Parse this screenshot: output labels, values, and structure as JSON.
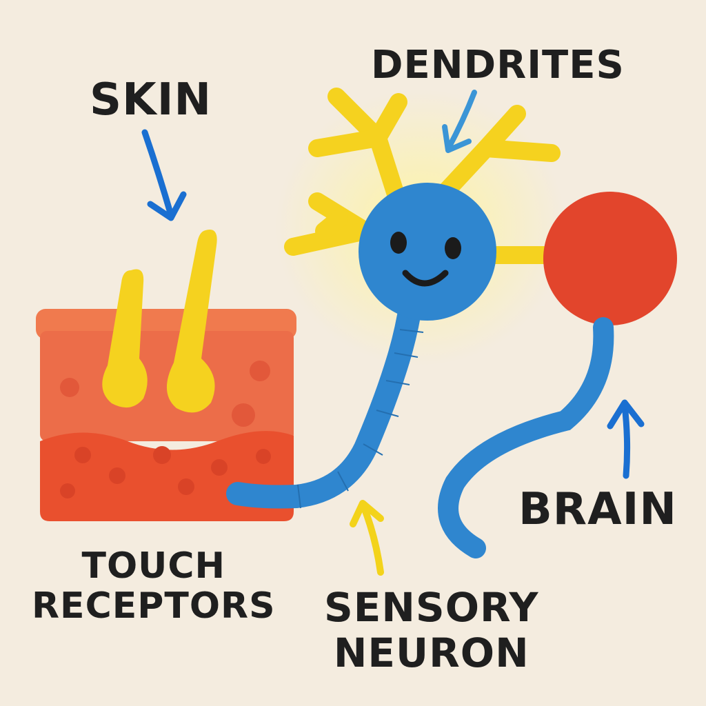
{
  "labels": {
    "skin": "SKIN",
    "dendrites": "DENDRITES",
    "brain": "BRAIN",
    "touch_receptors": [
      "TOUCH",
      "RECEPTORS"
    ],
    "sensory_neuron": [
      "SENSORY",
      "NEURON"
    ]
  },
  "colors": {
    "background": "#f4ecdf",
    "skin_top": "#f07a4e",
    "skin_bottom": "#e9502e",
    "hair_and_dendrites": "#f5d21f",
    "neuron_blue": "#2f86cf",
    "brain_red": "#e2452c",
    "arrow_blue": "#1a6fd1",
    "arrow_light_blue": "#3b95d6",
    "arrow_yellow": "#f3d31a",
    "text": "#1f1f1f"
  },
  "icons": {
    "neuron_face": "smiley-face-icon",
    "arrows": [
      "skin-arrow-icon",
      "dendrites-arrow-icon",
      "brain-arrow-icon",
      "sensory-neuron-arrow-icon"
    ]
  }
}
